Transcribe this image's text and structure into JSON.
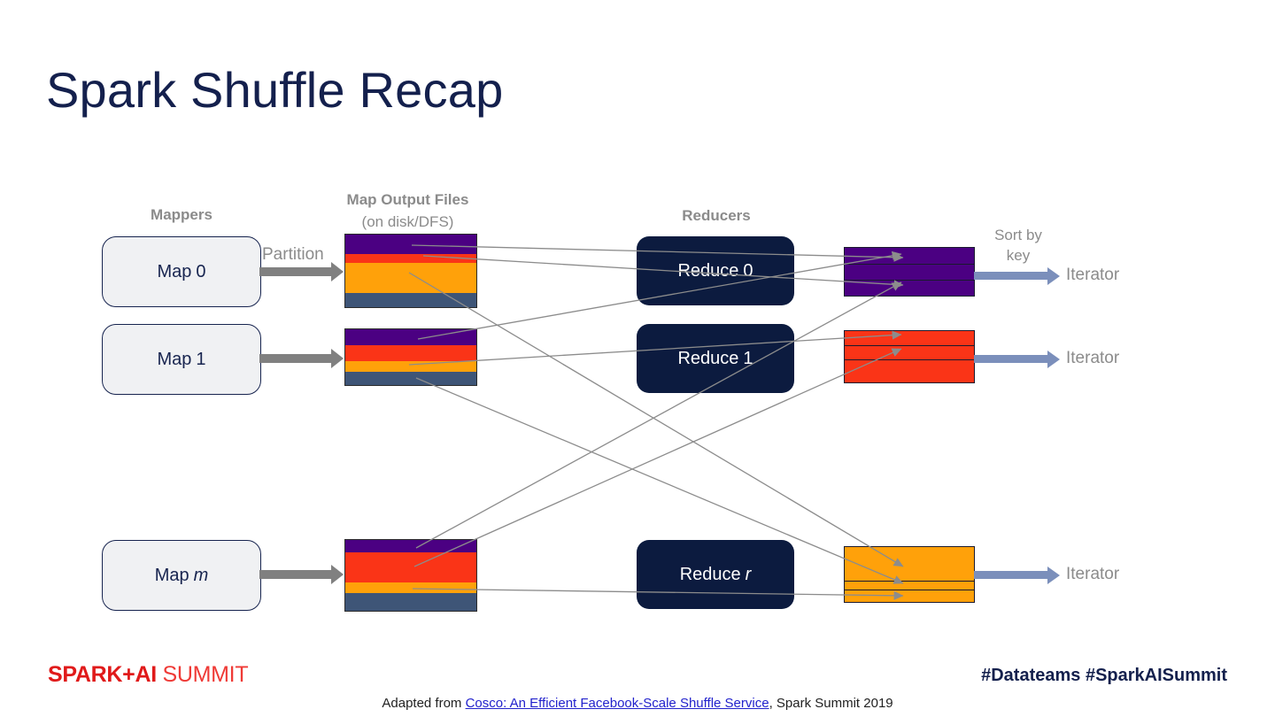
{
  "slide": {
    "title": "Spark Shuffle Recap",
    "background": "#ffffff",
    "title_color": "#14204d"
  },
  "headings": {
    "mappers": "Mappers",
    "map_output_files": "Map Output Files",
    "map_output_files_sub": "(on disk/DFS)",
    "reducers": "Reducers",
    "sort_by_key_line1": "Sort by",
    "sort_by_key_line2": "key",
    "heading_color": "#8b8b8b"
  },
  "mappers": [
    {
      "label": "Map",
      "suffix": "0",
      "italic_suffix": false
    },
    {
      "label": "Map",
      "suffix": "1",
      "italic_suffix": false
    },
    {
      "label": "Map",
      "suffix": "m",
      "italic_suffix": true
    }
  ],
  "reducers": [
    {
      "label": "Reduce",
      "suffix": "0",
      "italic_suffix": false
    },
    {
      "label": "Reduce",
      "suffix": "1",
      "italic_suffix": false
    },
    {
      "label": "Reduce",
      "suffix": "r",
      "italic_suffix": true
    }
  ],
  "partition_label": "Partition",
  "iterators": [
    "Iterator",
    "Iterator",
    "Iterator"
  ],
  "palette": {
    "purple": "#4b0082",
    "red": "#fa3417",
    "orange": "#ffa10a",
    "slate": "#3e5577",
    "navy": "#0c1b3f",
    "mapper_fill": "#f0f1f3",
    "mapper_border": "#17244f",
    "gray_arrow": "#808080",
    "blue_arrow": "#7b8fbb",
    "connector_line": "#8c8c8c"
  },
  "map_output_stacks": [
    {
      "name": "map-0-output",
      "bands": [
        {
          "color": "#4b0082",
          "height": 22
        },
        {
          "color": "#fa3417",
          "height": 10
        },
        {
          "color": "#ffa10a",
          "height": 34
        },
        {
          "color": "#3e5577",
          "height": 16
        }
      ]
    },
    {
      "name": "map-1-output",
      "bands": [
        {
          "color": "#4b0082",
          "height": 18
        },
        {
          "color": "#fa3417",
          "height": 18
        },
        {
          "color": "#ffa10a",
          "height": 12
        },
        {
          "color": "#3e5577",
          "height": 15
        }
      ]
    },
    {
      "name": "map-m-output",
      "bands": [
        {
          "color": "#4b0082",
          "height": 14
        },
        {
          "color": "#fa3417",
          "height": 34
        },
        {
          "color": "#ffa10a",
          "height": 12
        },
        {
          "color": "#3e5577",
          "height": 20
        }
      ]
    }
  ],
  "reducer_outputs": [
    {
      "name": "reduce-0-sorted",
      "color": "#4b0082",
      "segments": [
        18,
        18,
        18
      ]
    },
    {
      "name": "reduce-1-sorted",
      "color": "#fa3417",
      "segments": [
        16,
        16,
        26
      ]
    },
    {
      "name": "reduce-r-sorted",
      "color": "#ffa10a",
      "segments": [
        38,
        10,
        14
      ]
    }
  ],
  "footer": {
    "logo_bold": "SPARK+AI",
    "logo_light": " SUMMIT",
    "hashtags": "#Datateams  #SparkAISummit",
    "attribution_prefix": "Adapted from ",
    "attribution_link": "Cosco: An Efficient Facebook-Scale Shuffle Service",
    "attribution_suffix": ", Spark Summit 2019"
  }
}
